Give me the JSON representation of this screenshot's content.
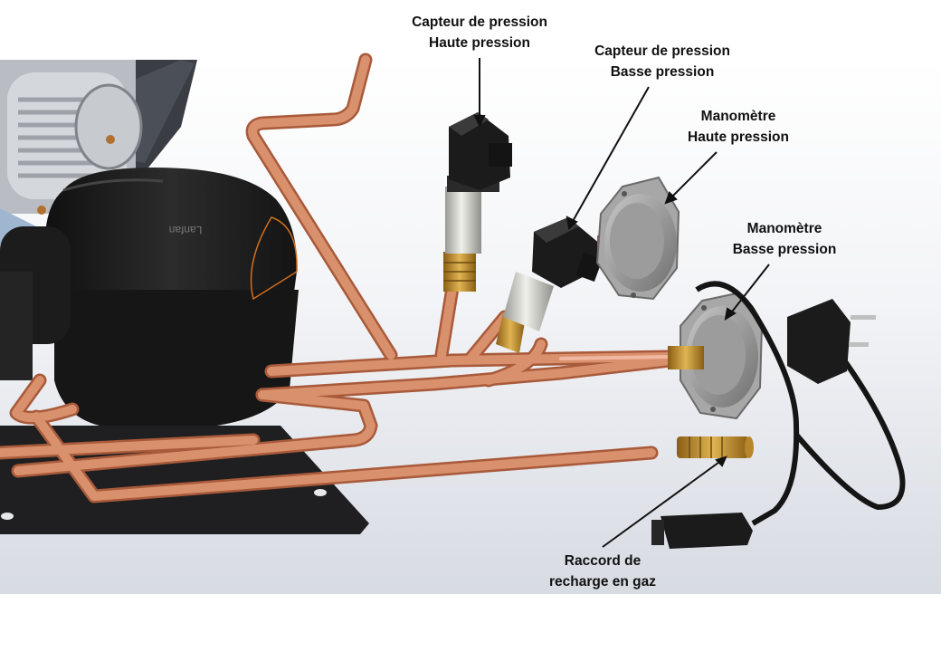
{
  "labels": {
    "hp_sensor": {
      "line1": "Capteur de pression",
      "line2": "Haute pression"
    },
    "lp_sensor": {
      "line1": "Capteur de pression",
      "line2": "Basse pression"
    },
    "hp_gauge": {
      "line1": "Manomètre",
      "line2": "Haute pression"
    },
    "lp_gauge": {
      "line1": "Manomètre",
      "line2": "Basse pression"
    },
    "charge_port": {
      "line1": "Raccord de",
      "line2": "recharge en gaz"
    }
  },
  "compressor_brand": "Lanfan",
  "colors": {
    "copper": "#d2825e",
    "copper_dark": "#a85a3a",
    "compressor_body": "#1e1e1e",
    "gauge_body": "#9a9a9a",
    "brass": "#c8962e",
    "background_gradient": "#d9dde4"
  }
}
